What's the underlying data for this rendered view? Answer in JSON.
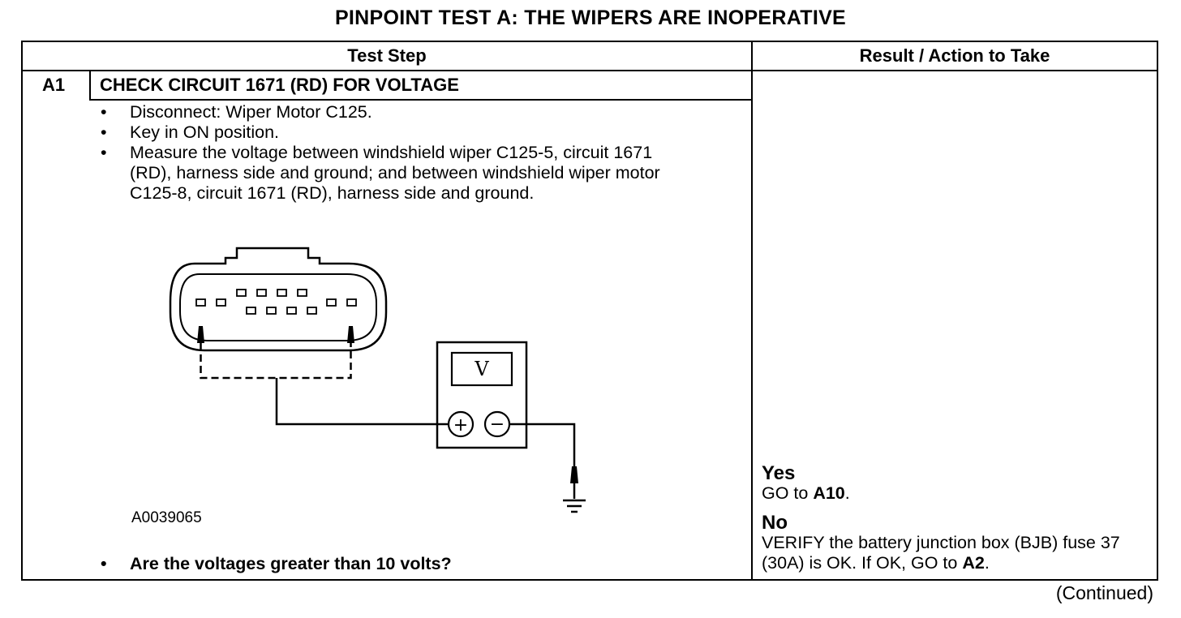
{
  "title": "PINPOINT TEST  A: THE WIPERS ARE INOPERATIVE",
  "table": {
    "headers": {
      "test_step": "Test Step",
      "result": "Result / Action to Take"
    },
    "step": {
      "id": "A1",
      "title": "CHECK CIRCUIT 1671 (RD) FOR VOLTAGE",
      "bullets": [
        "Disconnect: Wiper Motor C125.",
        "Key in ON position.",
        "Measure the voltage between windshield wiper C125-5, circuit 1671 (RD), harness side and ground; and between windshield wiper motor C125-8, circuit 1671 (RD), harness side and ground."
      ],
      "figure_id": "A0039065",
      "meter_label": "V",
      "meter_plus": "+",
      "meter_minus": "−",
      "question": "Are the voltages greater than 10 volts?"
    },
    "results": {
      "yes_label": "Yes",
      "yes_text_prefix": "GO to ",
      "yes_target": "A10",
      "yes_text_suffix": ".",
      "no_label": "No",
      "no_text_prefix": "VERIFY the battery junction box (BJB) fuse 37 (30A) is OK. If OK, GO to ",
      "no_target": "A2",
      "no_text_suffix": "."
    }
  },
  "footer": {
    "continued": "(Continued)"
  }
}
